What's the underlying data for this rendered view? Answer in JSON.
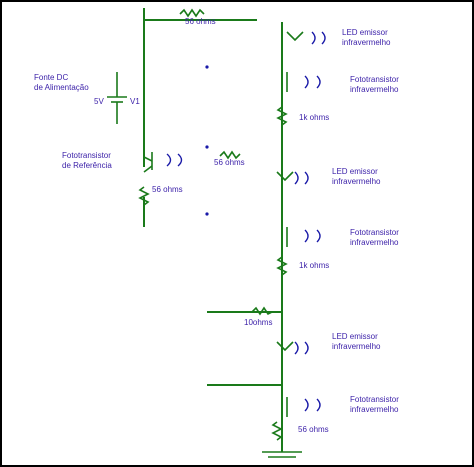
{
  "labels": {
    "r_top": "56 ohms",
    "fonte_line1": "Fonte DC",
    "fonte_line2": "de Alimentação",
    "v_5": "5V",
    "v1": "V1",
    "transmitter_line1": "Fototransistor",
    "transmitter_line2": "de Referência",
    "r_mid": "56 ohms",
    "led1_line1": "LED emissor",
    "led1_line2": "infravermelho",
    "photo1_line1": "Fototransistor",
    "photo1_line2": "infravermelho",
    "r_1": "1k ohms",
    "led2_line1": "LED emissor",
    "led2_line2": "infravermelho",
    "photo2_line1": "Fototransistor",
    "photo2_line2": "infravermelho",
    "r_2": "1k ohms",
    "r_3": "10ohms",
    "led3_line1": "LED emissor",
    "led3_line2": "infravermelho",
    "photo3_line1": "Fototransistor",
    "photo3_line2": "infravermelho",
    "r_bottom": "56 ohms",
    "r_left": "56 ohms"
  },
  "colors": {
    "wire": "#1a7a1a",
    "label": "#3a1fa8",
    "frame": "#000000"
  }
}
